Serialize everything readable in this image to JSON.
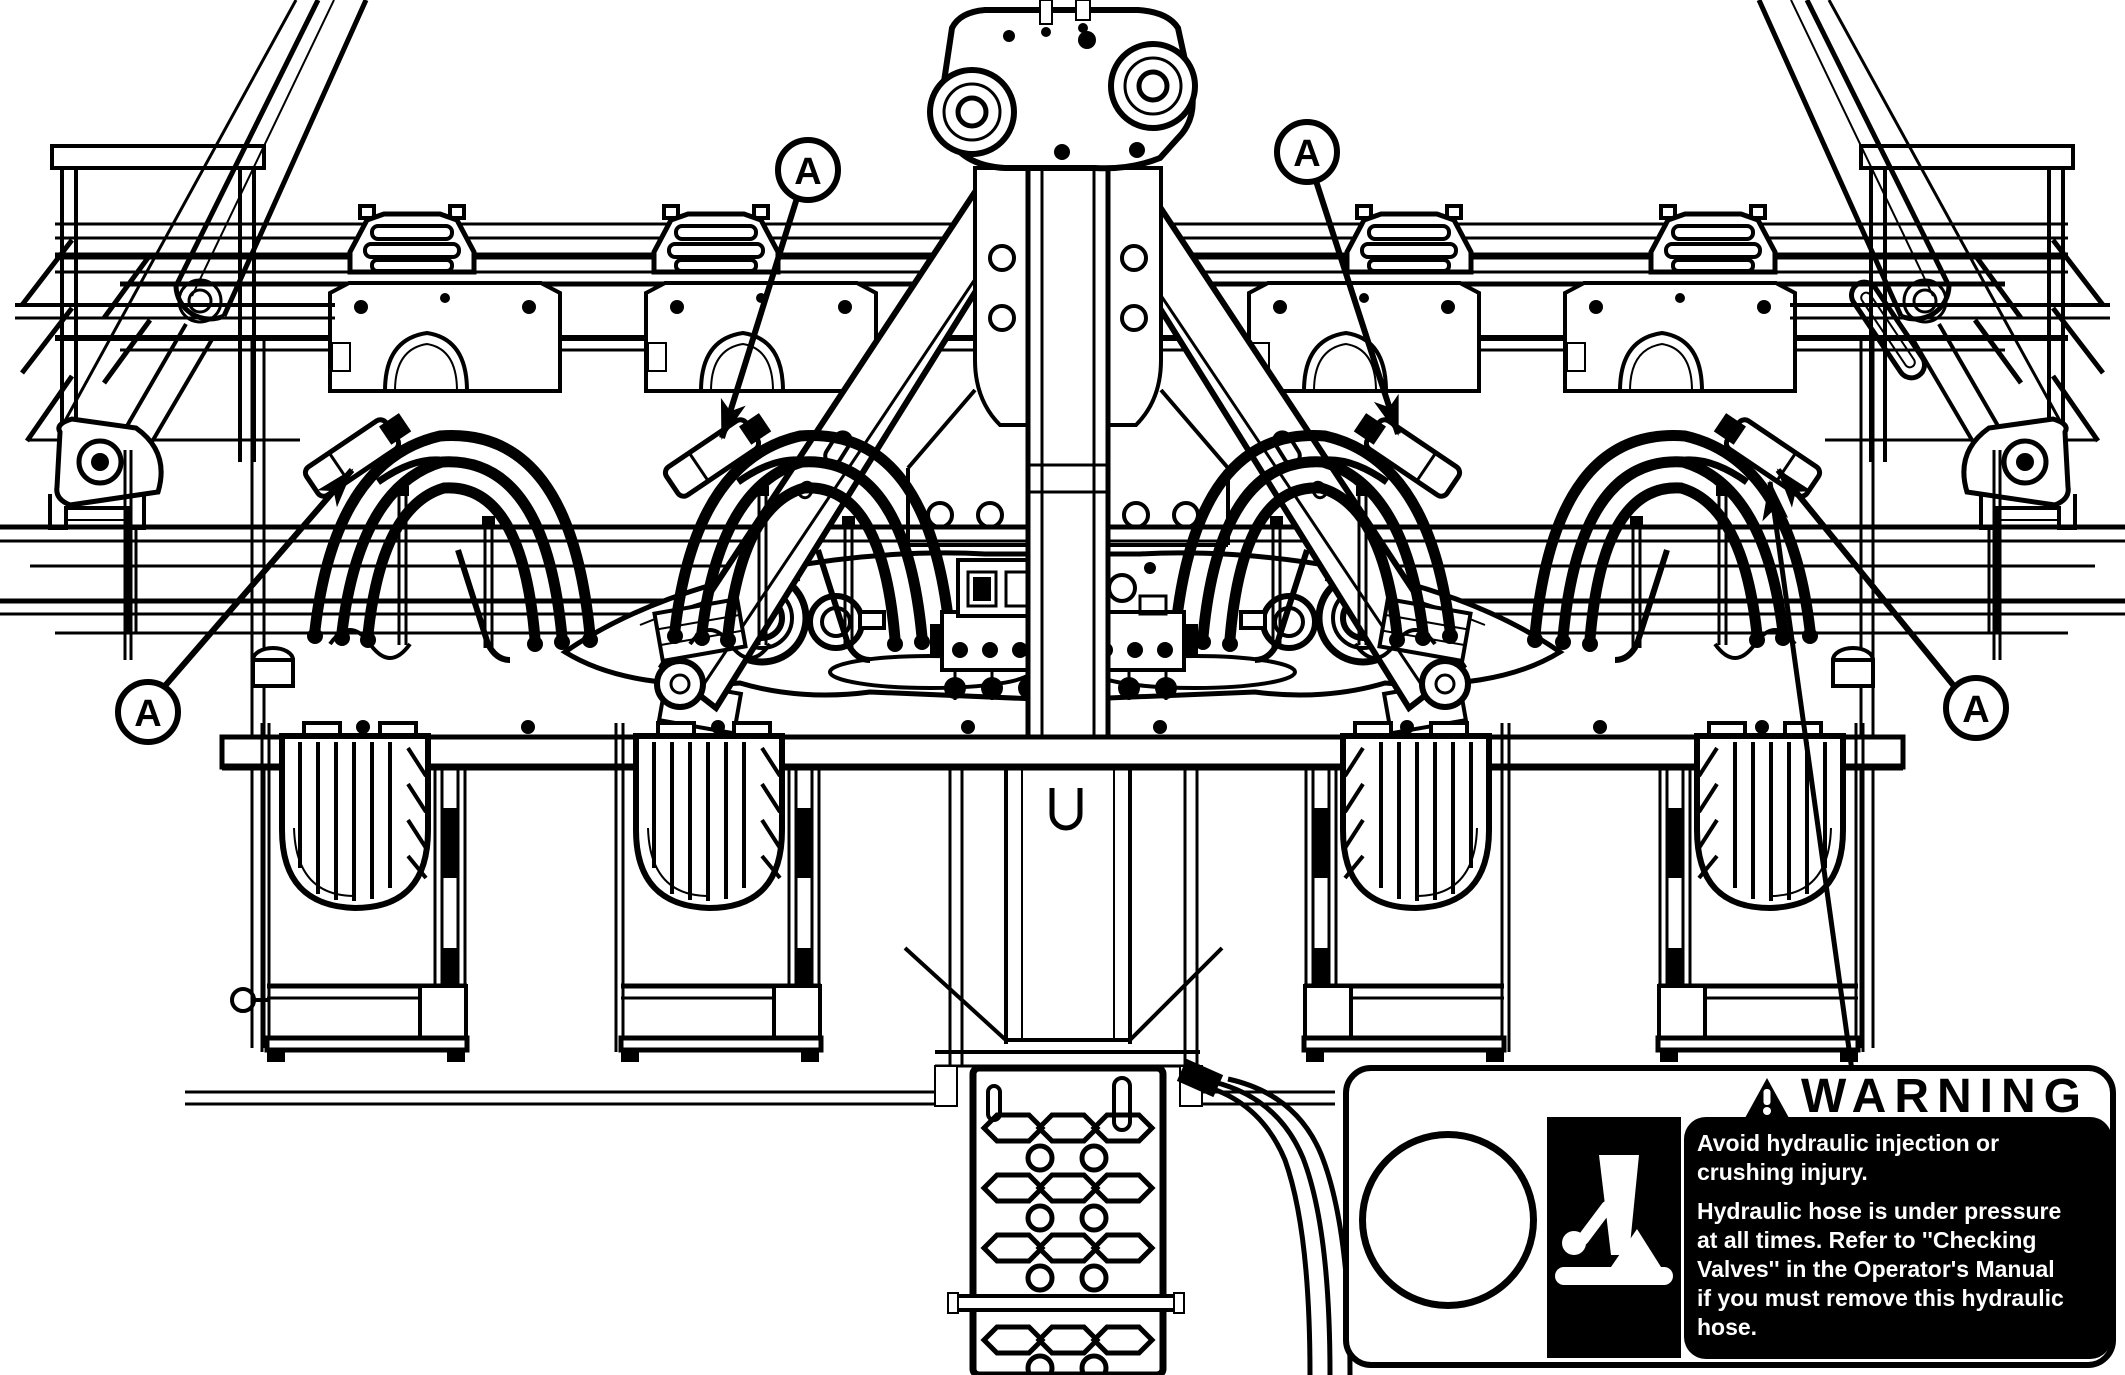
{
  "figure": {
    "callouts": [
      {
        "label": "A"
      },
      {
        "label": "A"
      },
      {
        "label": "A"
      },
      {
        "label": "A"
      }
    ]
  },
  "warning_label": {
    "title": "WARNING",
    "lines": [
      "Avoid hydraulic injection or",
      "crushing injury.",
      "Hydraulic hose is under pressure",
      "at all times. Refer to ''Checking",
      "Valves'' in the Operator's Manual",
      "if you must remove this hydraulic",
      "hose."
    ]
  },
  "colors": {
    "ink": "#000000",
    "paper": "#ffffff"
  }
}
